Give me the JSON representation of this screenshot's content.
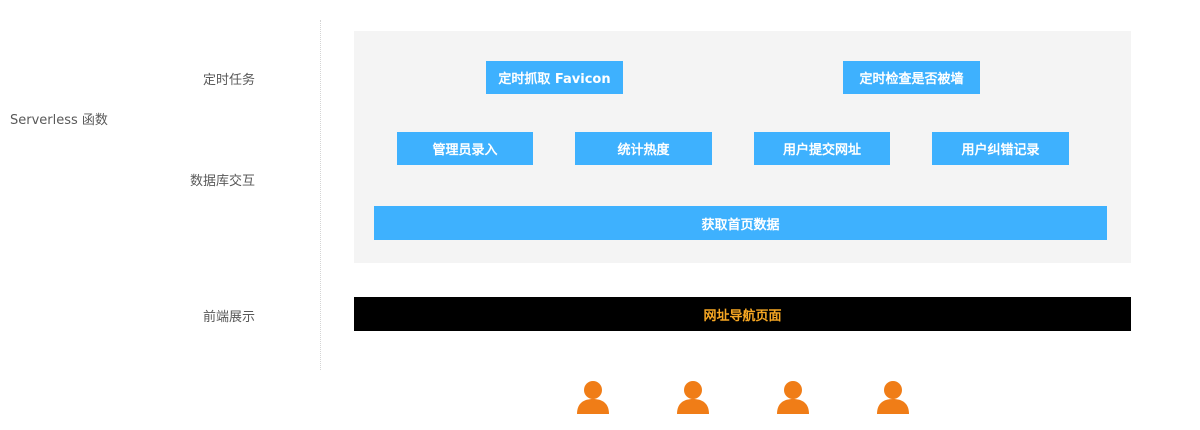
{
  "left_title": "Serverless 函数",
  "row_labels": {
    "scheduled": "定时任务",
    "database": "数据库交互",
    "frontend": "前端展示"
  },
  "scheduled_tasks": {
    "fetch_favicon": "定时抓取 Favicon",
    "check_blocked": "定时检查是否被墙"
  },
  "database_ops": {
    "admin_entry": "管理员录入",
    "stats_popularity": "统计热度",
    "user_submit": "用户提交网址",
    "user_correction": "用户纠错记录",
    "fetch_homepage": "获取首页数据"
  },
  "frontend_page": "网址导航页面",
  "colors": {
    "box": "#3eb1fe",
    "panel": "#f4f4f4",
    "frontend_bg": "#000000",
    "frontend_text": "#f5a623",
    "user_icon": "#f07d17"
  },
  "users": [
    "user-icon",
    "user-icon",
    "user-icon",
    "user-icon"
  ]
}
